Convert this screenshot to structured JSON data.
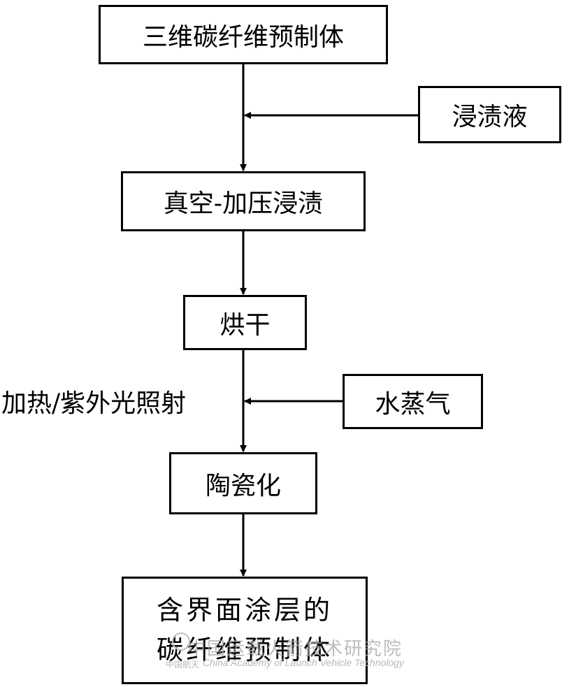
{
  "diagram": {
    "nodes": {
      "preform": "三维碳纤维预制体",
      "impregnant": "浸渍液",
      "impregnation": "真空-加压浸渍",
      "drying": "烘干",
      "steam": "水蒸气",
      "ceramization": "陶瓷化",
      "product_line1": "含界面涂层的",
      "product_line2": "碳纤维预制体"
    },
    "side_label": "加热/紫外光照射",
    "edges": [
      {
        "from": "preform",
        "to": "impregnation"
      },
      {
        "from": "impregnant",
        "to": "impregnation"
      },
      {
        "from": "impregnation",
        "to": "drying"
      },
      {
        "from": "drying",
        "to": "ceramization"
      },
      {
        "from": "steam",
        "to": "ceramization"
      },
      {
        "from": "ceramization",
        "to": "product"
      }
    ],
    "colors": {
      "line": "#000000",
      "background": "#ffffff",
      "watermark": "#b8b8b8"
    }
  },
  "watermark": {
    "cn": "中国运载火箭技术研究院",
    "en": "China Academy of Launch Vehicle Technology",
    "small": "中国航天"
  }
}
